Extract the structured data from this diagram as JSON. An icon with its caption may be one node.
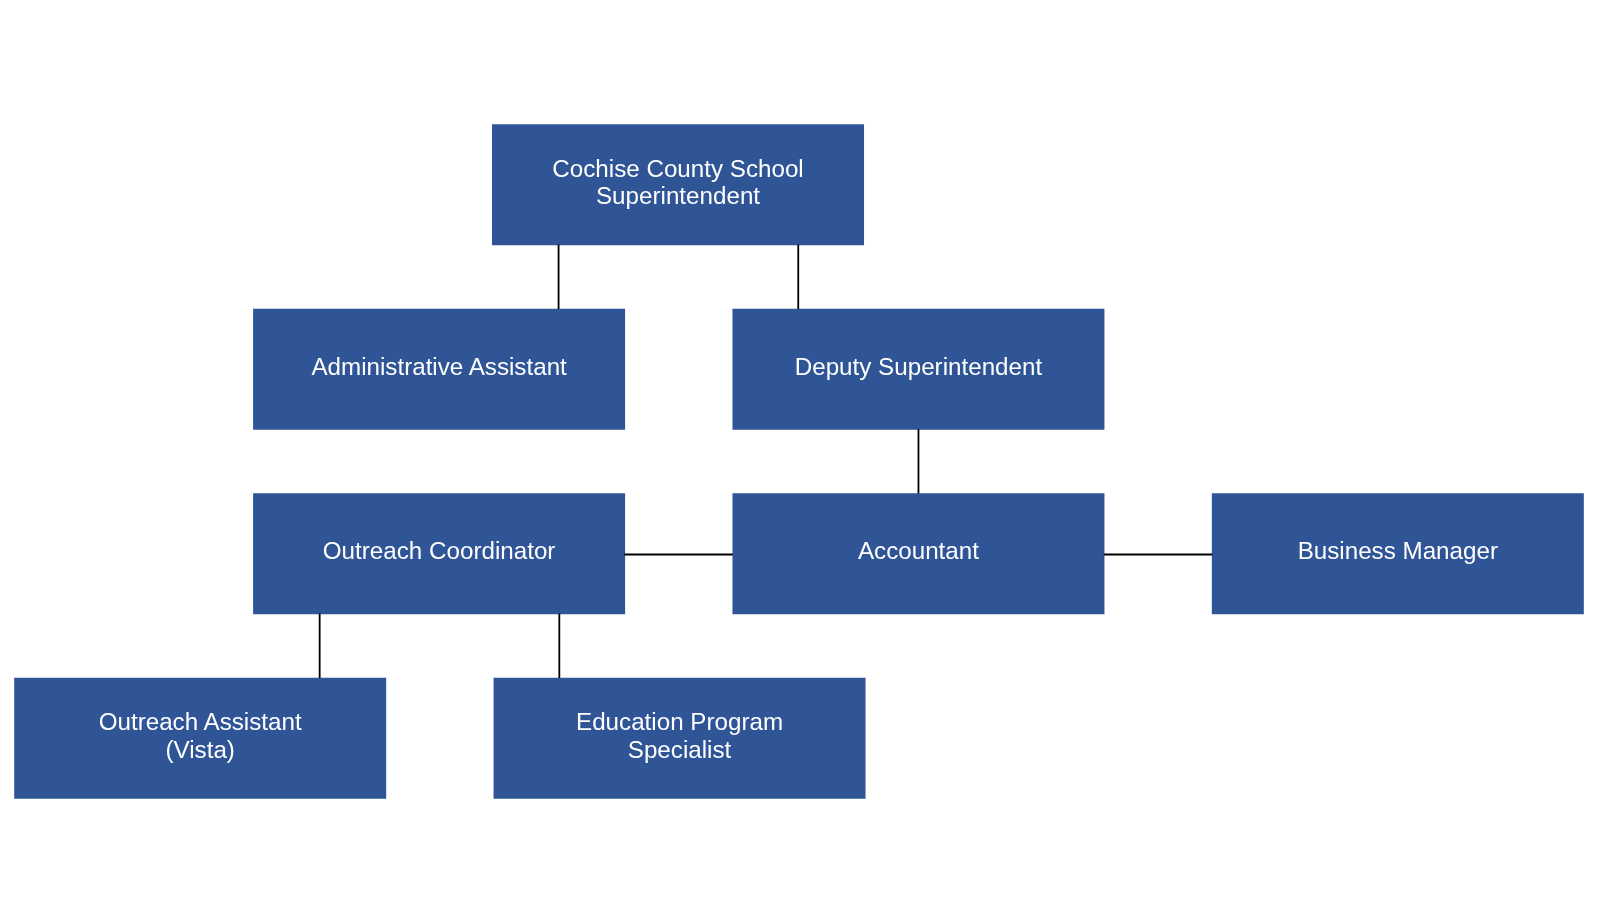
{
  "diagram": {
    "nodes": [
      {
        "text": [
          "Cochise County School Superintendent"
        ]
      },
      {
        "text": [
          "Administrative Assistant"
        ]
      },
      {
        "text": [
          "Deputy Superintendent"
        ]
      },
      {
        "text": [
          "Outreach Coordinator"
        ]
      },
      {
        "text": [
          "Accountant"
        ]
      },
      {
        "text": [
          "Business Manager"
        ]
      },
      {
        "text": [
          "Outreach Assistant (Vista)"
        ]
      },
      {
        "text": [
          "Education Program Specialist"
        ]
      }
    ],
    "edges": [
      {
        "from": 0,
        "to": 2,
        "arrow": "none"
      },
      {
        "from": 0,
        "to": 1,
        "arrow": "none"
      },
      {
        "from": 2,
        "to": 4,
        "arrow": "none"
      },
      {
        "from": 3,
        "to": 4,
        "arrow": "none"
      },
      {
        "from": 4,
        "to": 5,
        "arrow": "none"
      },
      {
        "from": 3,
        "to": 6,
        "arrow": "none"
      },
      {
        "from": 3,
        "to": 7,
        "arrow": "none"
      }
    ]
  }
}
